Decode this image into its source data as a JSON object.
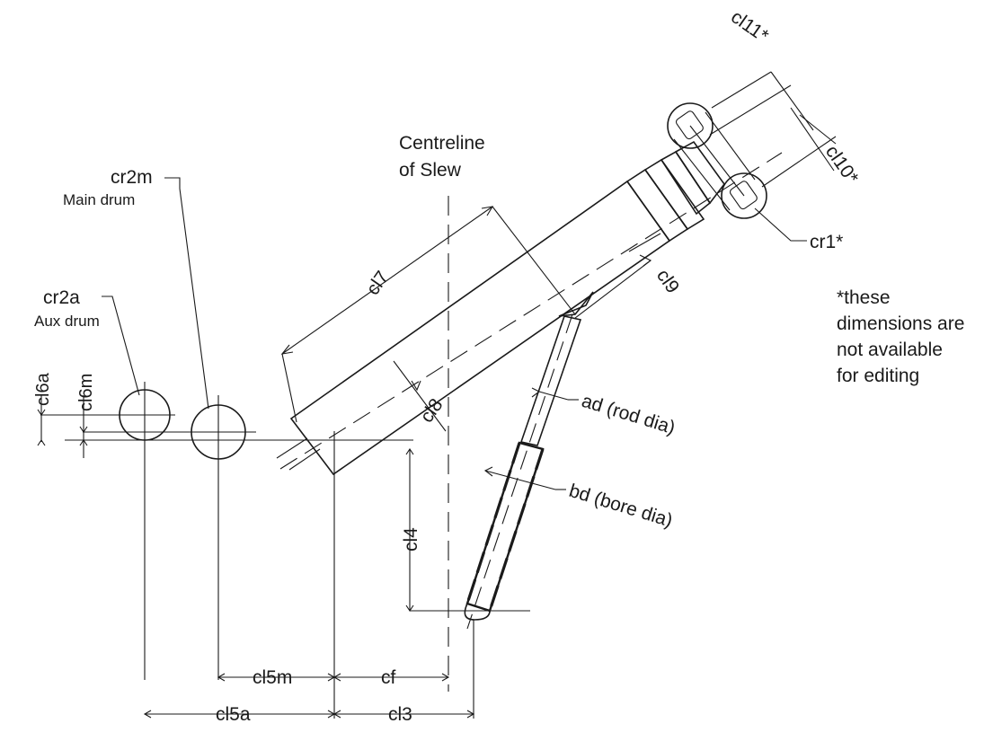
{
  "labels": {
    "centreline_1": "Centreline",
    "centreline_2": "of Slew",
    "cr2m": "cr2m",
    "main_drum": "Main drum",
    "cr2a": "cr2a",
    "aux_drum": "Aux drum",
    "cl6a": "cl6a",
    "cl6m": "cl6m",
    "cl7": "cl7",
    "cl8": "cl8",
    "cl9": "cl9",
    "cl10": "cl10*",
    "cl11": "cl11*",
    "cr1": "cr1*",
    "ad": "ad (rod dia)",
    "bd": "bd (bore dia)",
    "cl4": "cl4",
    "cl5m": "cl5m",
    "cf": "cf",
    "cl5a": "cl5a",
    "cl3": "cl3",
    "note_1": "*these",
    "note_2": "dimensions are",
    "note_3": "not available",
    "note_4": "for editing"
  },
  "colors": {
    "line": "#1a1a1a",
    "background": "#ffffff"
  }
}
